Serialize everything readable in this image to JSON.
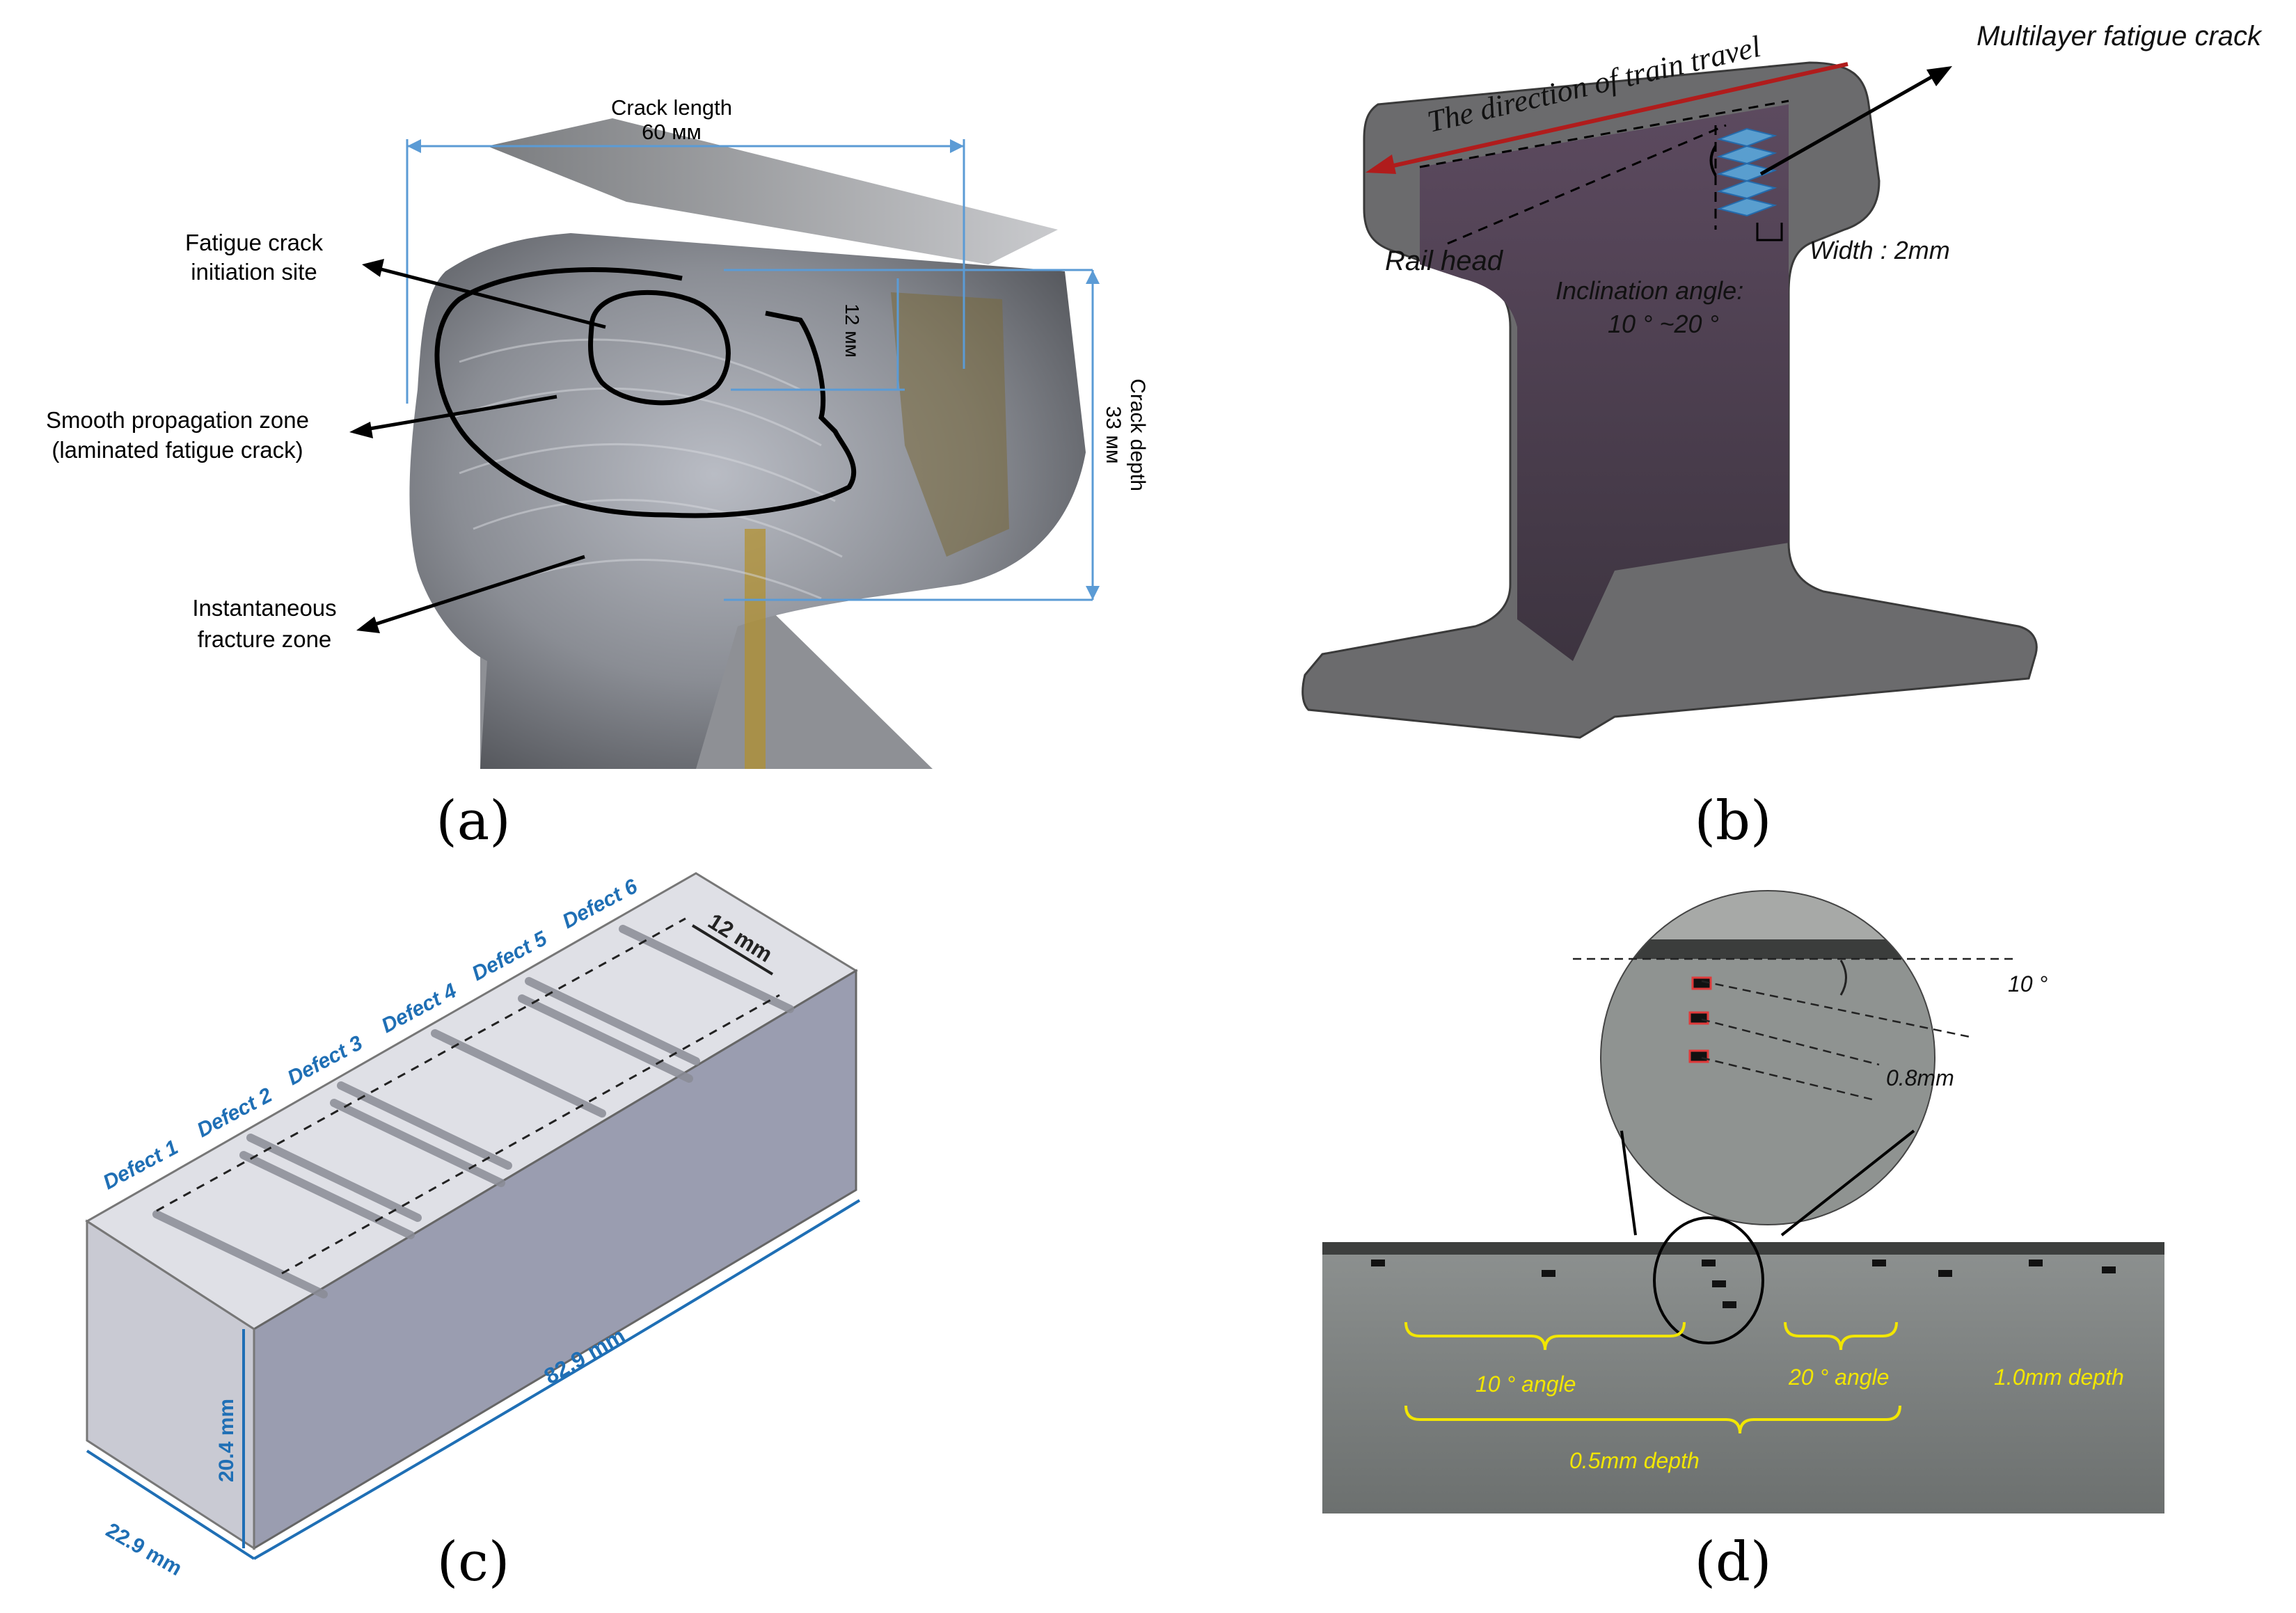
{
  "panel_a": {
    "crack_length_label": "Crack length",
    "crack_length_value": "60 мм",
    "crack_depth_label": "Crack depth",
    "crack_depth_value": "33 мм",
    "small_depth": "12 мм",
    "initiation_line1": "Fatigue crack",
    "initiation_line2": "initiation site",
    "smooth_line1": "Smooth propagation zone",
    "smooth_line2": "(laminated fatigue crack)",
    "instant_line1": "Instantaneous",
    "instant_line2": "fracture zone",
    "caption": "(a)"
  },
  "panel_b": {
    "direction": "The direction of train travel",
    "multilayer": "Multilayer fatigue crack",
    "rail_head": "Rail head",
    "width": "Width :  2mm",
    "incl_line1": "Inclination angle:",
    "incl_line2": "10 ° ~20 °",
    "caption": "(b)"
  },
  "panel_c": {
    "defects": [
      "Defect 1",
      "Defect 2",
      "Defect 3",
      "Defect 4",
      "Defect 5",
      "Defect 6"
    ],
    "spacing": "12 mm",
    "length": "82.9 mm",
    "height": "20.4 mm",
    "width": "22.9 mm",
    "caption": "(c)"
  },
  "panel_d": {
    "angle_small": "10 °",
    "depth_small": "0.8mm",
    "angle10": "10 ° angle",
    "angle20": "20 ° angle",
    "depth10": "1.0mm depth",
    "depth05": "0.5mm depth",
    "caption": "(d)"
  },
  "colors": {
    "accent_blue": "#1f6fb5",
    "dim_blue": "#5b9bd5",
    "rail_gray": "#6b6b6d",
    "web_purple": "#4a3c4c",
    "red_arrow": "#b01c1c",
    "yellow": "#f2e600"
  }
}
